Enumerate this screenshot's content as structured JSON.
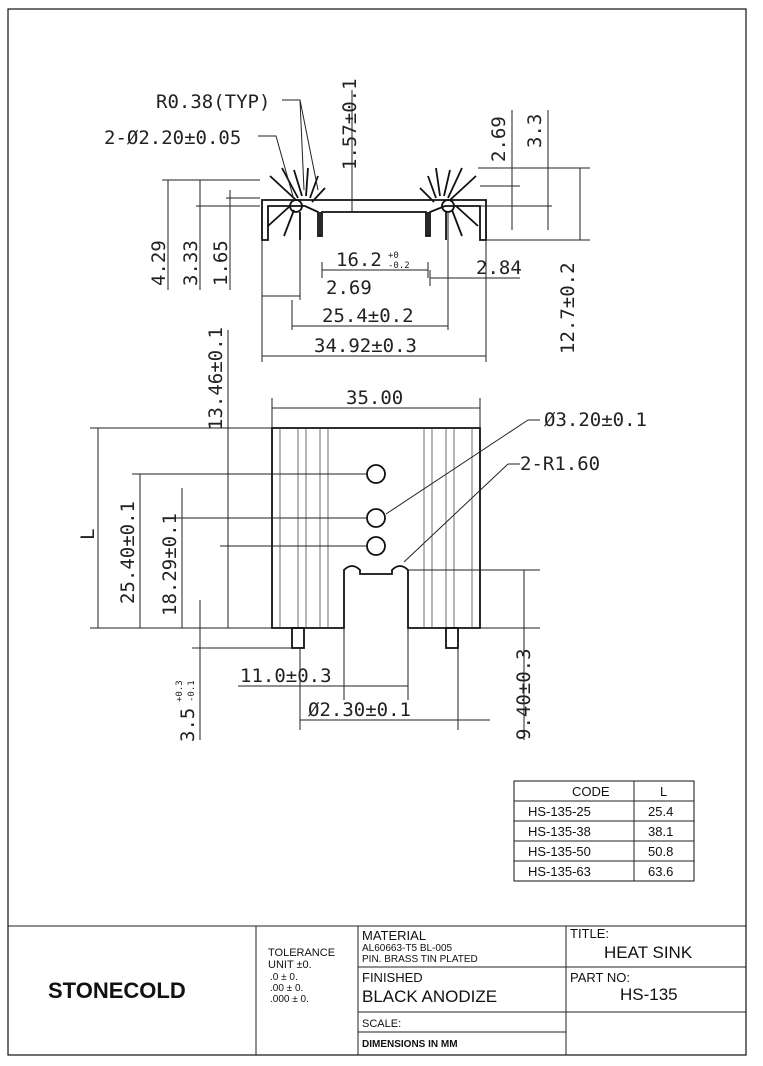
{
  "top_view": {
    "radius_typ": "R0.38(TYP)",
    "hole_dia": "2-Ø2.20±0.05",
    "fin_offset": "1.57±0.1",
    "dim_2_69_right": "2.69",
    "dim_3_3": "3.3",
    "dim_4_29": "4.29",
    "dim_3_33": "3.33",
    "dim_1_65": "1.65",
    "inner_width": "16.2",
    "inner_tol_plus": "+0",
    "inner_tol_minus": "-0.2",
    "dim_2_84": "2.84",
    "dim_2_69": "2.69",
    "dim_25_4": "25.4±0.2",
    "dim_34_92": "34.92±0.3",
    "height_12_7": "12.7±0.2"
  },
  "front_view": {
    "width_35": "35.00",
    "dim_13_46": "13.46±0.1",
    "hole_dia": "Ø3.20±0.1",
    "radius": "2-R1.60",
    "length_label": "L",
    "dim_25_40": "25.40±0.1",
    "dim_18_29": "18.29±0.1",
    "dim_11_0": "11.0±0.3",
    "dim_3_5": "3.5",
    "dim_3_5_plus": "+0.3",
    "dim_3_5_minus": "-0.1",
    "pin_dia": "Ø2.30±0.1",
    "dim_9_40": "9.40±0.3"
  },
  "code_table": {
    "headers": [
      "CODE",
      "L"
    ],
    "rows": [
      [
        "HS-135-25",
        "25.4"
      ],
      [
        "HS-135-38",
        "38.1"
      ],
      [
        "HS-135-50",
        "50.8"
      ],
      [
        "HS-135-63",
        "63.6"
      ]
    ]
  },
  "title_block": {
    "company": "STONECOLD",
    "tolerance_label": "TOLERANCE",
    "unit_label": "UNIT ±0.",
    "tol_rows": [
      ".0    ± 0.",
      ".00   ± 0.",
      ".000 ± 0."
    ],
    "material_label": "MATERIAL",
    "material_line1": "AL60663-T5 BL-005",
    "material_line2": "PIN. BRASS TIN PLATED",
    "finished_label": "FINISHED",
    "finished_value": "BLACK ANODIZE",
    "scale_label": "SCALE:",
    "dimensions_note": "DIMENSIONS IN MM",
    "title_label": "TITLE:",
    "title_value": "HEAT SINK",
    "part_label": "PART NO:",
    "part_value": "HS-135"
  }
}
